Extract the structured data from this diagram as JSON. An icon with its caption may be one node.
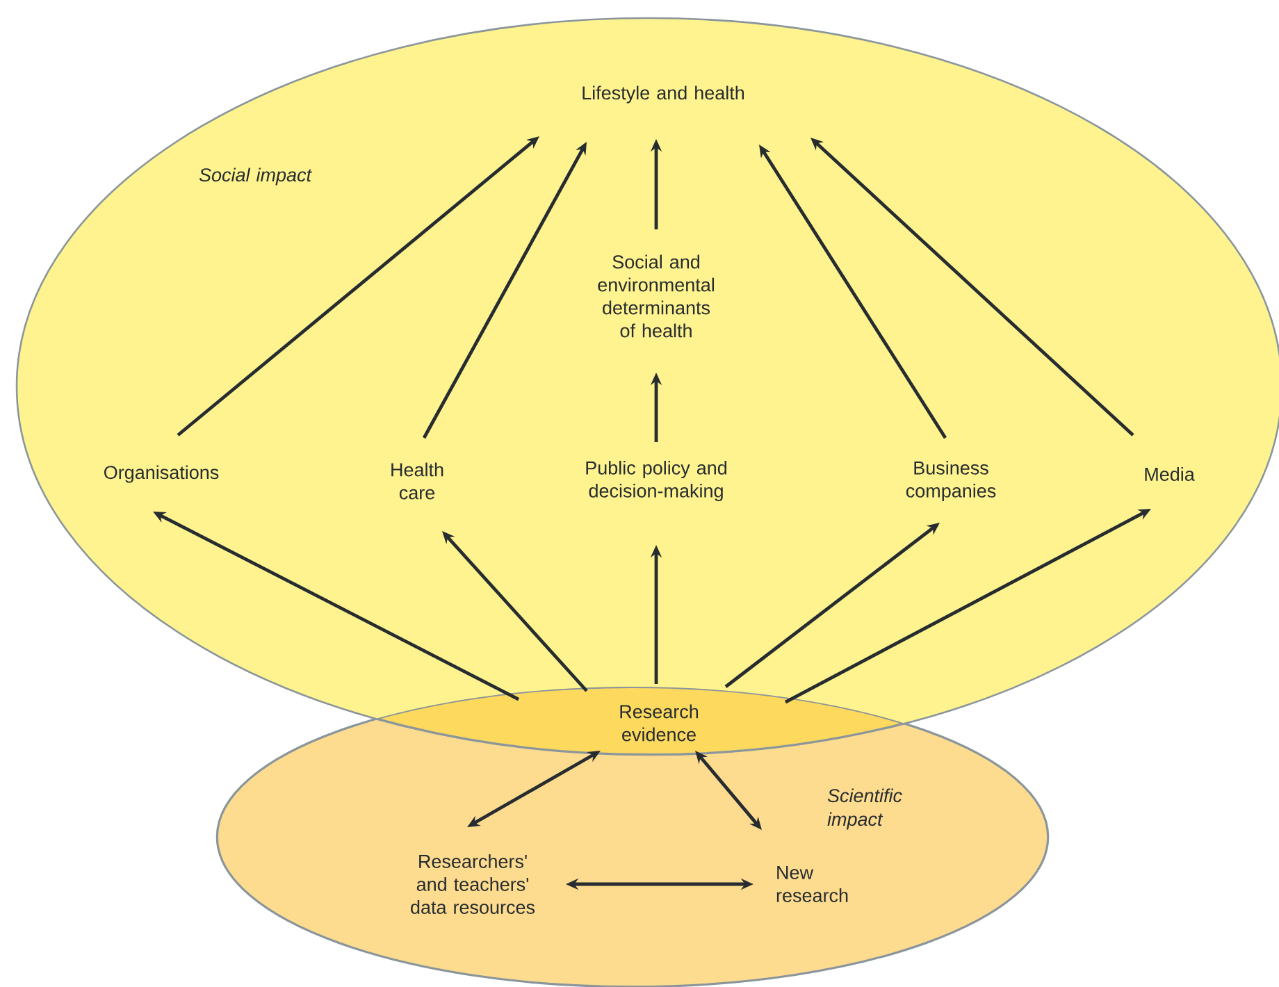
{
  "diagram": {
    "nodes": [
      {
        "text": [
          "Social impact"
        ]
      },
      {
        "text": [
          "Scientific impact"
        ]
      },
      {
        "text": [
          "Lifestyle and health"
        ],
        "in": 0
      },
      {
        "text": [
          "Social and environmental determinants of health"
        ],
        "in": 0
      },
      {
        "text": [
          "Organisations"
        ],
        "in": 0
      },
      {
        "text": [
          "Health care"
        ],
        "in": 0
      },
      {
        "text": [
          "Public policy and decision-making"
        ],
        "in": 0
      },
      {
        "text": [
          "Business companies"
        ],
        "in": 0
      },
      {
        "text": [
          "Media"
        ],
        "in": 0
      },
      {
        "text": [
          "Research evidence"
        ]
      },
      {
        "text": [
          "Researchers' and teachers' data resources"
        ],
        "in": 1
      },
      {
        "text": [
          "New research"
        ],
        "in": 1
      }
    ],
    "edges": [
      {
        "from": 3,
        "to": 2,
        "arrow": "to"
      },
      {
        "from": 6,
        "to": 3,
        "arrow": "to"
      },
      {
        "from": 4,
        "to": 2,
        "arrow": "to"
      },
      {
        "from": 5,
        "to": 2,
        "arrow": "to"
      },
      {
        "from": 7,
        "to": 2,
        "arrow": "to"
      },
      {
        "from": 8,
        "to": 2,
        "arrow": "to"
      },
      {
        "from": 9,
        "to": 4,
        "arrow": "to"
      },
      {
        "from": 9,
        "to": 5,
        "arrow": "to"
      },
      {
        "from": 9,
        "to": 6,
        "arrow": "to"
      },
      {
        "from": 9,
        "to": 7,
        "arrow": "to"
      },
      {
        "from": 9,
        "to": 8,
        "arrow": "to"
      },
      {
        "from": 9,
        "to": 10,
        "arrow": "both"
      },
      {
        "from": 9,
        "to": 11,
        "arrow": "both"
      },
      {
        "from": 10,
        "to": 11,
        "arrow": "both"
      }
    ]
  }
}
